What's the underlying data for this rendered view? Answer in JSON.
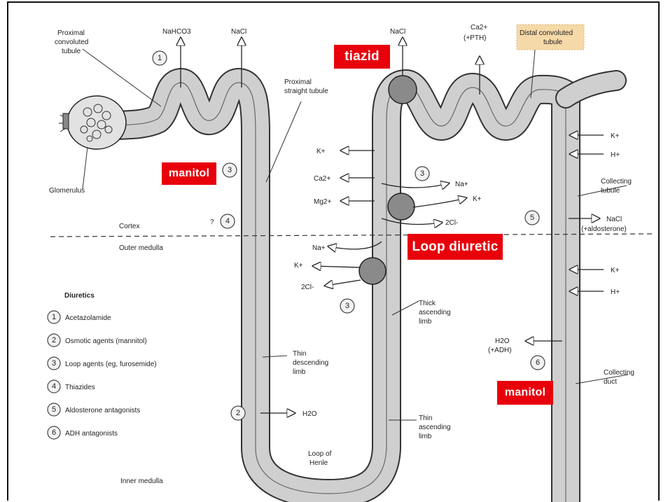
{
  "labels": {
    "proximal_convoluted": [
      "Proximal",
      "convoluted",
      "tubule"
    ],
    "nahco3": "NaHCO3",
    "nacl_1": "NaCl",
    "nacl_2": "NaCl",
    "ca_pth": [
      "Ca2+",
      "(+PTH)"
    ],
    "distal_convoluted": [
      "Distal convoluted",
      "tubule"
    ],
    "proximal_straight": [
      "Proximal",
      "straight tubule"
    ],
    "glomerulus": "Glomerulus",
    "cortex": "Cortex",
    "outer_medulla": "Outer medulla",
    "inner_medulla": "Inner medulla",
    "k_left": "K+",
    "ca_left": "Ca2+",
    "mg_left": "Mg2+",
    "na_right": "Na+",
    "k_right": "K+",
    "cl2_right": "2Cl-",
    "na_lower": "Na+",
    "k_lower": "K+",
    "cl2_lower": "2Cl-",
    "k_ct1": "K+",
    "h_ct1": "H+",
    "collecting_tubule": [
      "Collecting",
      "tubule"
    ],
    "nacl_aldo": [
      "NaCl",
      "(+aldosterone)"
    ],
    "k_ct2": "K+",
    "h_ct2": "H+",
    "thick_ascending": [
      "Thick",
      "ascending",
      "limb"
    ],
    "thin_descending": [
      "Thin",
      "descending",
      "limb"
    ],
    "thin_ascending": [
      "Thin",
      "ascending",
      "limb"
    ],
    "h2o_adh": [
      "H2O",
      "(+ADH)"
    ],
    "h2o": "H2O",
    "collecting_duct": [
      "Collecting",
      "duct"
    ],
    "loop_of_henle": [
      "Loop of",
      "Henle"
    ],
    "q_mark": "?"
  },
  "circle_numbers": {
    "c1": "1",
    "c3a": "3",
    "c4": "4",
    "c3b": "3",
    "c3c": "3",
    "c5": "5",
    "c6": "6",
    "c2": "2"
  },
  "legend": {
    "title": "Diuretics",
    "items": [
      {
        "num": "1",
        "text": "Acetazolamide"
      },
      {
        "num": "2",
        "text": "Osmotic agents (mannitol)"
      },
      {
        "num": "3",
        "text": "Loop agents (eg, furosemide)"
      },
      {
        "num": "4",
        "text": "Thiazides"
      },
      {
        "num": "5",
        "text": "Aldosterone antagonists"
      },
      {
        "num": "6",
        "text": "ADH antagonists"
      }
    ]
  },
  "overlays": {
    "tiazid": "tiazid",
    "manitol_top": "manitol",
    "loop_diuretic": "Loop diuretic",
    "manitol_bottom": "manitol"
  },
  "colors": {
    "overlay_red": "#e8000b",
    "tubule_fill": "#cfcfcf",
    "transporter_fill": "#8a8a8a",
    "distal_label_bg": "#f6d9a8"
  }
}
